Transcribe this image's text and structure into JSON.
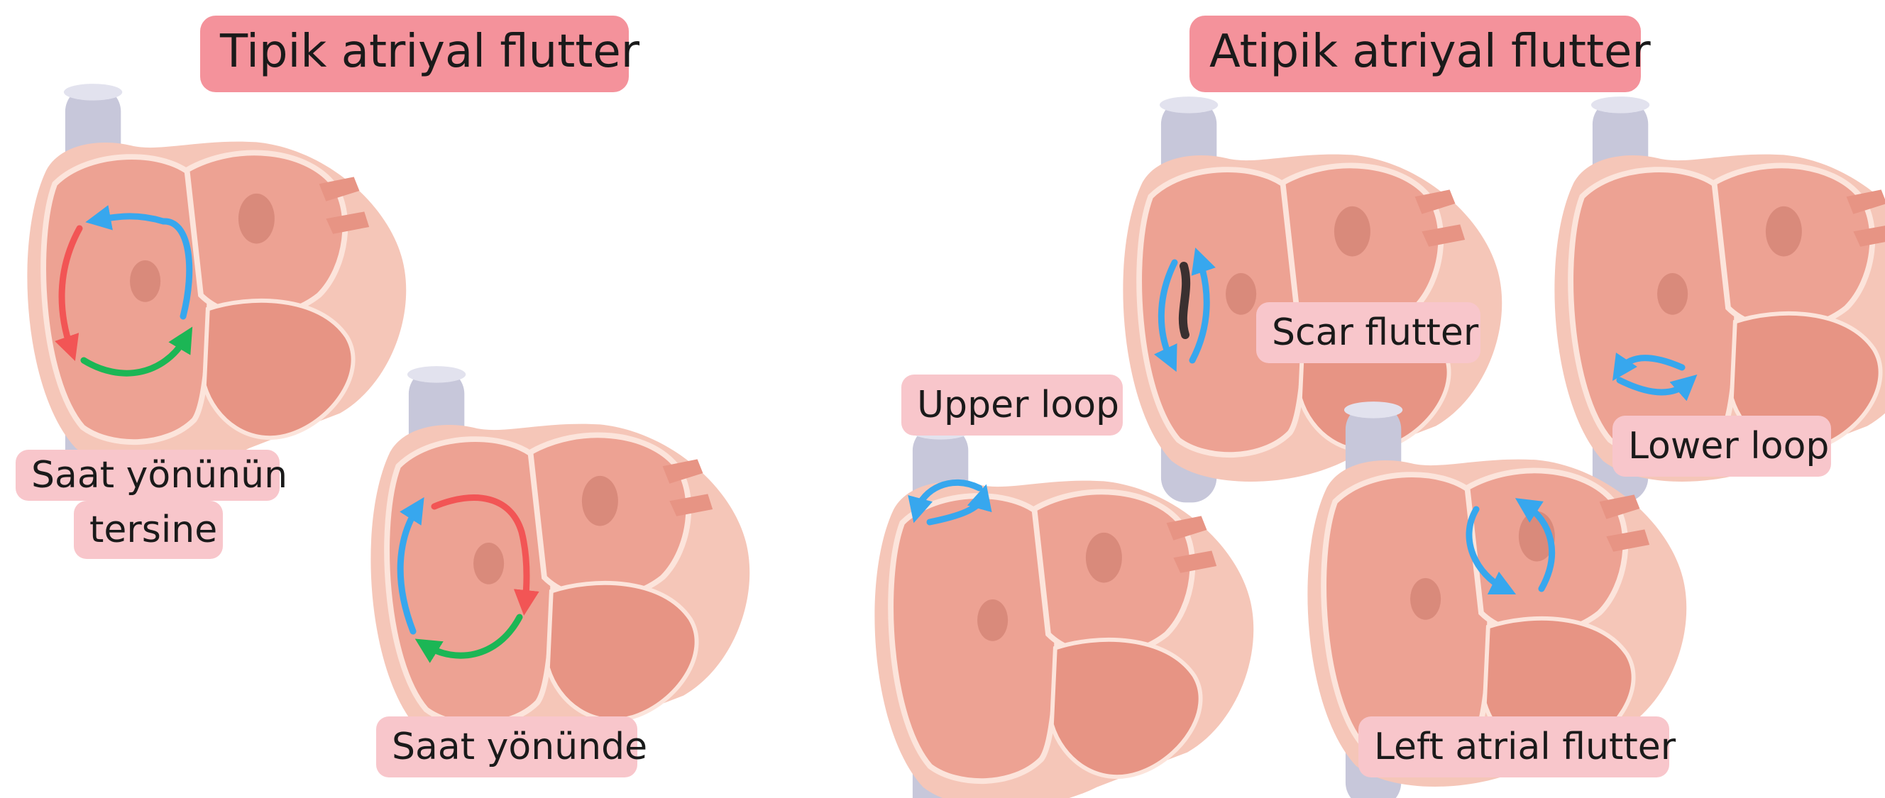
{
  "titles": {
    "typical": "Tipik atriyal flutter",
    "atypical": "Atipik atriyal flutter"
  },
  "labels": {
    "counterclockwise_line1": "Saat yönünün",
    "counterclockwise_line2": "tersine",
    "clockwise": "Saat yönünde",
    "scar": "Scar flutter",
    "upper_loop": "Upper loop",
    "lower_loop": "Lower loop",
    "left_atrial": "Left atrial flutter"
  },
  "colors": {
    "title_bg": "#f4929b",
    "label_bg": "#f8c6cb",
    "vein": "#c4c4d8",
    "heart": "#f2b0a2",
    "heart_inner": "#eea394",
    "arrow_red": "#f25555",
    "arrow_green": "#1cb655",
    "arrow_blue": "#37a7ee"
  }
}
